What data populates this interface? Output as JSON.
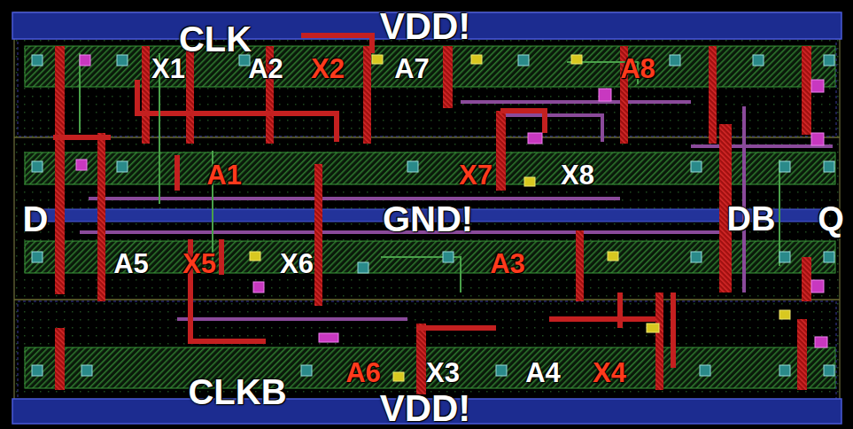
{
  "diagram": {
    "labels": [
      "CLK",
      "VDD!",
      "X1",
      "A2",
      "X2",
      "A7",
      "A8",
      "A1",
      "X7",
      "X8",
      "D",
      "GND!",
      "DB",
      "Q",
      "A5",
      "X5",
      "X6",
      "A3",
      "A6",
      "X3",
      "A4",
      "X4",
      "CLKB",
      "VDD!"
    ]
  }
}
